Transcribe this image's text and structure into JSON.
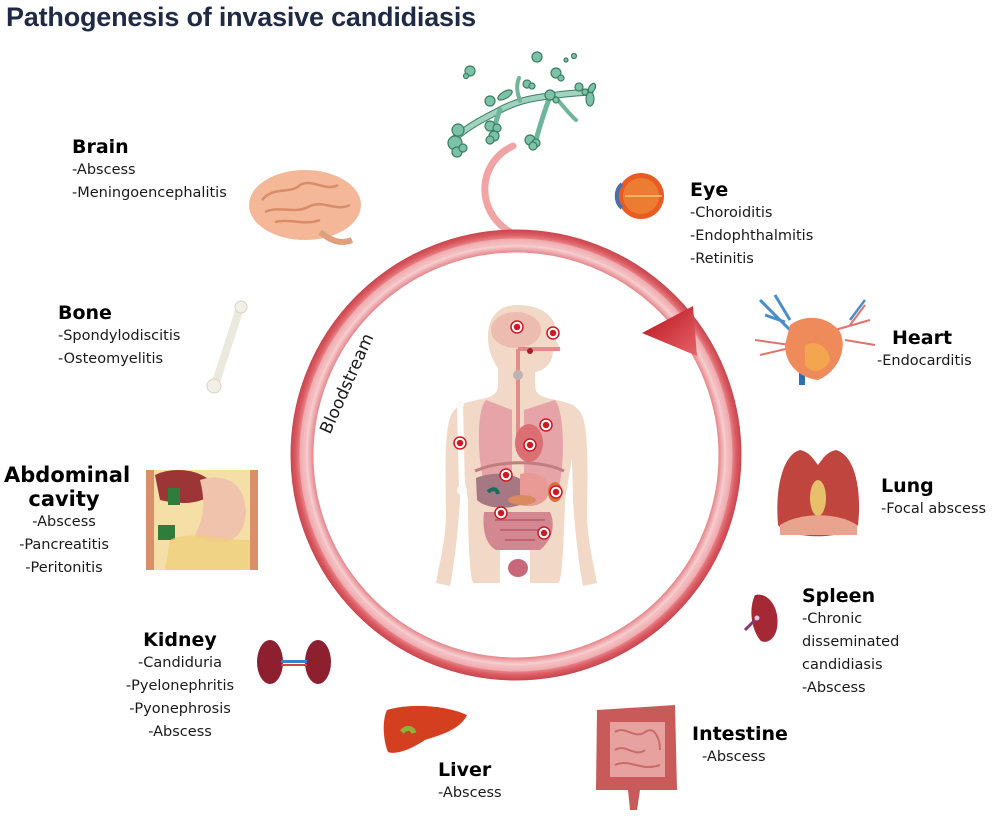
{
  "title": "Pathogenesis of invasive candidiasis",
  "bloodstream_label": "Bloodstream",
  "colors": {
    "title": "#1f2a44",
    "ring": "#e0666c",
    "ring_highlight": "#f6c9cb",
    "arrow": "#c4161c",
    "fungus": "#5aa58a",
    "body": "#f2d7c4",
    "marker": "#d01822"
  },
  "organs": {
    "brain": {
      "name": "Brain",
      "items": [
        "-Abscess",
        "-Meningoencephalitis"
      ]
    },
    "bone": {
      "name": "Bone",
      "items": [
        "-Spondylodiscitis",
        "-Osteomyelitis"
      ]
    },
    "abdominal": {
      "name_line1": "Abdominal",
      "name_line2": "cavity",
      "items": [
        "-Abscess",
        "-Pancreatitis",
        "-Peritonitis"
      ]
    },
    "kidney": {
      "name": "Kidney",
      "items": [
        "-Candiduria",
        "-Pyelonephritis",
        "-Pyonephrosis",
        "-Abscess"
      ]
    },
    "liver": {
      "name": "Liver",
      "items": [
        "-Abscess"
      ]
    },
    "intestine": {
      "name": "Intestine",
      "items": [
        "-Abscess"
      ]
    },
    "spleen": {
      "name": "Spleen",
      "items": [
        "-Chronic",
        "disseminated",
        "candidiasis",
        "-Abscess"
      ]
    },
    "lung": {
      "name": "Lung",
      "items": [
        "-Focal abscess"
      ]
    },
    "heart": {
      "name": "Heart",
      "items": [
        "-Endocarditis"
      ]
    },
    "eye": {
      "name": "Eye",
      "items": [
        "-Choroiditis",
        "-Endophthalmitis",
        "-Retinitis"
      ]
    }
  }
}
